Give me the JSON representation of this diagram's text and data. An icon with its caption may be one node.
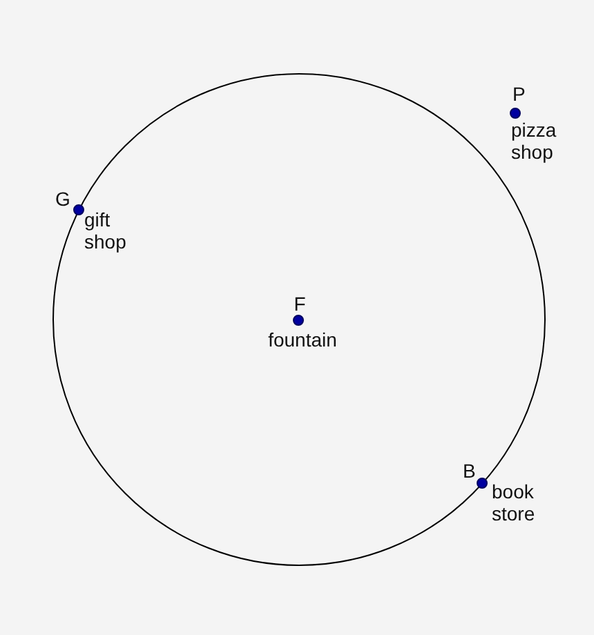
{
  "diagram": {
    "nodes": [
      {
        "text": [],
        "shape": "circle"
      },
      {
        "text": [
          "F",
          "fountain"
        ],
        "in": 0
      },
      {
        "text": [
          "G",
          "gift shop"
        ]
      },
      {
        "text": [
          "B",
          "book store"
        ]
      },
      {
        "text": [
          "P",
          "pizza shop"
        ]
      }
    ]
  }
}
